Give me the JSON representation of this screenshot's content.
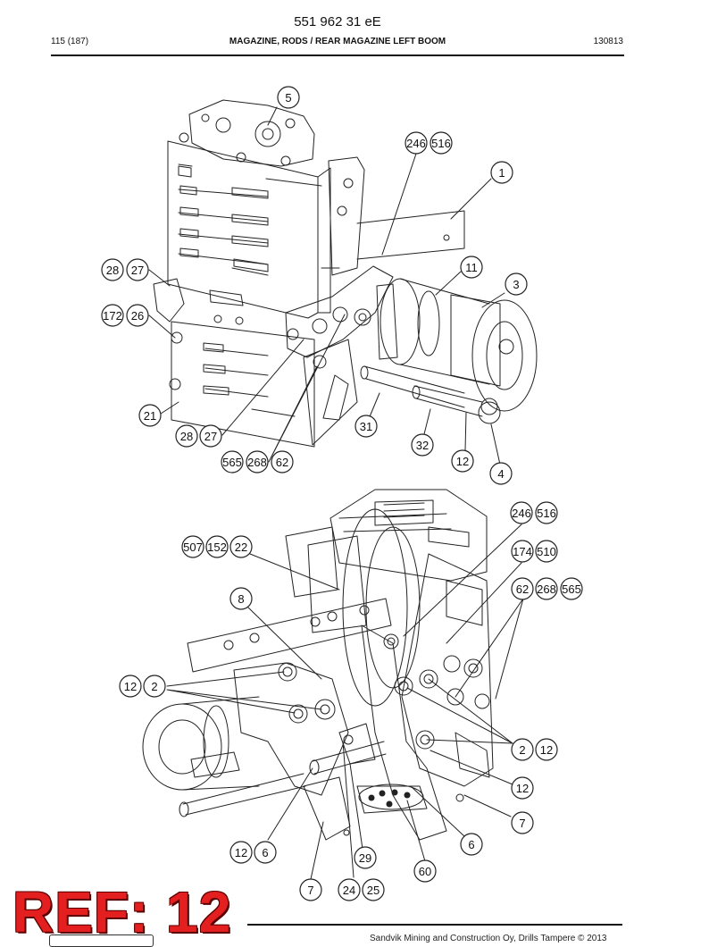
{
  "header": {
    "doc_number": "551 962 31 eE",
    "page": "115 (187)",
    "title": "MAGAZINE, RODS / REAR MAGAZINE LEFT BOOM",
    "code": "130813"
  },
  "callouts": {
    "c5": "5",
    "c246a": "246",
    "c516a": "516",
    "c1": "1",
    "c11": "11",
    "c3": "3",
    "c28a": "28",
    "c27a": "27",
    "c172": "172",
    "c26": "26",
    "c21": "21",
    "c28b": "28",
    "c27b": "27",
    "c31": "31",
    "c32": "32",
    "c12a": "12",
    "c4": "4",
    "c565a": "565",
    "c268a": "268",
    "c62a": "62",
    "c246b": "246",
    "c516b": "516",
    "c507": "507",
    "c152": "152",
    "c22": "22",
    "c174": "174",
    "c510": "510",
    "c62b": "62",
    "c268b": "268",
    "c565b": "565",
    "c8": "8",
    "c12b": "12",
    "c2a": "2",
    "c2b": "2",
    "c12c": "12",
    "c12d": "12",
    "c7a": "7",
    "c6a": "6",
    "c12e": "12",
    "c6b": "6",
    "c29": "29",
    "c60": "60",
    "c7b": "7",
    "c24": "24",
    "c25": "25"
  },
  "stamp": "REF: 12",
  "footer": {
    "copyright": "Sandvik Mining and Construction Oy, Drills Tampere © 2013"
  }
}
